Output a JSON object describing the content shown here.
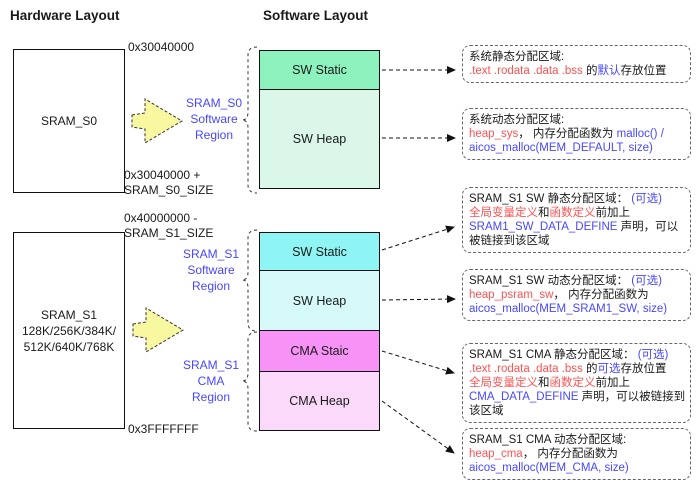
{
  "palette": {
    "text_black": "#1a1a1a",
    "text_red": "#ff5252",
    "text_blue": "#4747ff",
    "flow_arrow_fill": "#f8f8a0",
    "block_fills": [
      "#8df2be",
      "#daf7e9",
      "#8ff4f4",
      "#d6fafa",
      "#f793f7",
      "#fbd9fb"
    ]
  },
  "titles": {
    "hardware": "Hardware Layout",
    "software": "Software Layout"
  },
  "hardware": {
    "sram_s0_label": "SRAM_S0",
    "sram_s1_label": "SRAM_S1",
    "sram_s1_sizes": "128K/256K/384K/\n512K/640K/768K",
    "addr_s0_start": "0x30040000",
    "addr_s0_end": "0x30040000 +\nSRAM_S0_SIZE",
    "addr_s1_start": "0x40000000 -\nSRAM_S1_SIZE",
    "addr_s1_end": "0x3FFFFFFF"
  },
  "regions": [
    {
      "lines": [
        "SRAM_S0",
        "Software",
        "Region"
      ]
    },
    {
      "lines": [
        "SRAM_S1",
        "Software",
        "Region"
      ]
    },
    {
      "lines": [
        "SRAM_S1",
        "CMA",
        "Region"
      ]
    }
  ],
  "software_layout": {
    "blocks": [
      {
        "label": "SW Static"
      },
      {
        "label": "SW Heap"
      },
      {
        "label": "SW Static"
      },
      {
        "label": "SW Heap"
      },
      {
        "label": "CMA Staic"
      },
      {
        "label": "CMA Heap"
      }
    ]
  },
  "annotations": [
    {
      "lines": [
        [
          {
            "t": "系统静态分配区域:",
            "c": "k"
          }
        ],
        [
          {
            "t": ".text .rodata .data .bss",
            "c": "r"
          },
          {
            "t": " 的",
            "c": "k"
          },
          {
            "t": "默认",
            "c": "b"
          },
          {
            "t": "存放位置",
            "c": "k"
          }
        ]
      ]
    },
    {
      "lines": [
        [
          {
            "t": "系统动态分配区域:",
            "c": "k"
          }
        ],
        [
          {
            "t": "heap_sys",
            "c": "r"
          },
          {
            "t": "， 内存分配函数为 ",
            "c": "k"
          },
          {
            "t": "malloc() /",
            "c": "b"
          }
        ],
        [
          {
            "t": "aicos_malloc(MEM_DEFAULT, size)",
            "c": "b"
          }
        ]
      ]
    },
    {
      "lines": [
        [
          {
            "t": "SRAM_S1 SW 静态分配区域：  ",
            "c": "k"
          },
          {
            "t": "(可选)",
            "c": "b"
          }
        ],
        [
          {
            "t": "全局变量定义",
            "c": "r"
          },
          {
            "t": "和",
            "c": "k"
          },
          {
            "t": "函数定义",
            "c": "r"
          },
          {
            "t": "前加上",
            "c": "k"
          }
        ],
        [
          {
            "t": "SRAM1_SW_DATA_DEFINE",
            "c": "b"
          },
          {
            "t": " 声明，可以",
            "c": "k"
          }
        ],
        [
          {
            "t": "被链接到该区域",
            "c": "k"
          }
        ]
      ]
    },
    {
      "lines": [
        [
          {
            "t": "SRAM_S1 SW 动态分配区域：  ",
            "c": "k"
          },
          {
            "t": "(可选)",
            "c": "b"
          }
        ],
        [
          {
            "t": "heap_psram_sw",
            "c": "r"
          },
          {
            "t": "， 内存分配函数为",
            "c": "k"
          }
        ],
        [
          {
            "t": " aicos_malloc(MEM_SRAM1_SW, size)",
            "c": "b"
          }
        ]
      ]
    },
    {
      "lines": [
        [
          {
            "t": "SRAM_S1 CMA 静态分配区域：  ",
            "c": "k"
          },
          {
            "t": "(可选)",
            "c": "b"
          }
        ],
        [
          {
            "t": ".text .rodata .data .bss",
            "c": "r"
          },
          {
            "t": " 的",
            "c": "k"
          },
          {
            "t": "可选",
            "c": "b"
          },
          {
            "t": "存放位置",
            "c": "k"
          }
        ],
        [
          {
            "t": "全局变量定义",
            "c": "r"
          },
          {
            "t": "和",
            "c": "k"
          },
          {
            "t": "函数定义",
            "c": "r"
          },
          {
            "t": "前加上",
            "c": "k"
          }
        ],
        [
          {
            "t": "CMA_DATA_DEFINE",
            "c": "b"
          },
          {
            "t": " 声明，可以被链接到",
            "c": "k"
          }
        ],
        [
          {
            "t": "该区域",
            "c": "k"
          }
        ]
      ]
    },
    {
      "lines": [
        [
          {
            "t": "SRAM_S1 CMA 动态分配区域:",
            "c": "k"
          }
        ],
        [
          {
            "t": "heap_cma",
            "c": "r"
          },
          {
            "t": "， 内存分配函数为",
            "c": "k"
          }
        ],
        [
          {
            "t": "aicos_malloc(MEM_CMA, size)",
            "c": "b"
          }
        ]
      ]
    }
  ]
}
